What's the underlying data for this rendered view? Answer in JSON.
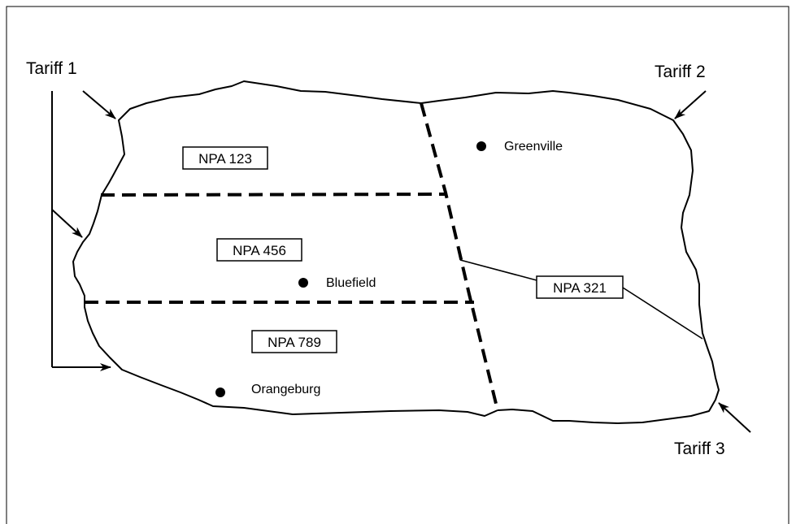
{
  "tariff_labels": {
    "t1": "Tariff 1",
    "t2": "Tariff 2",
    "t3": "Tariff 3"
  },
  "npa_labels": {
    "npa123": "NPA 123",
    "npa456": "NPA 456",
    "npa789": "NPA 789",
    "npa321": "NPA 321"
  },
  "cities": {
    "greenville": "Greenville",
    "bluefield": "Bluefield",
    "orangeburg": "Orangeburg"
  },
  "colors": {
    "stroke": "#000000",
    "background": "#ffffff"
  }
}
